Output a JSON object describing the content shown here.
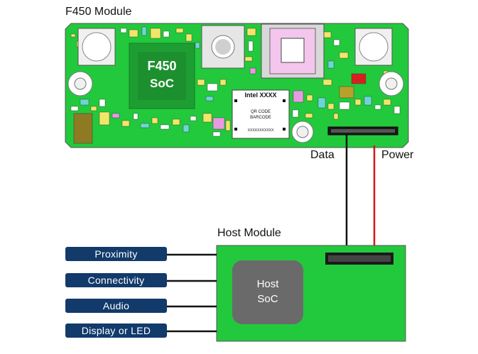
{
  "f450_module": {
    "title": "F450 Module",
    "soc_line1": "F450",
    "soc_line2": "SoC",
    "chip_label": "Intel XXXX",
    "qr_line1": "QR CODE",
    "qr_line2": "BARCODE",
    "serial": "XXXXXXXXXXX"
  },
  "connections": {
    "data_label": "Data",
    "power_label": "Power",
    "data_color": "#111111",
    "power_color": "#d01818"
  },
  "host_module": {
    "title": "Host Module",
    "soc_line1": "Host",
    "soc_line2": "SoC"
  },
  "peripherals": [
    "Proximity",
    "Connectivity",
    "Audio",
    "Display or LED"
  ],
  "colors": {
    "board_green": "#22c93c",
    "pill_blue": "#123a6b",
    "host_soc_gray": "#6a6a6a"
  }
}
